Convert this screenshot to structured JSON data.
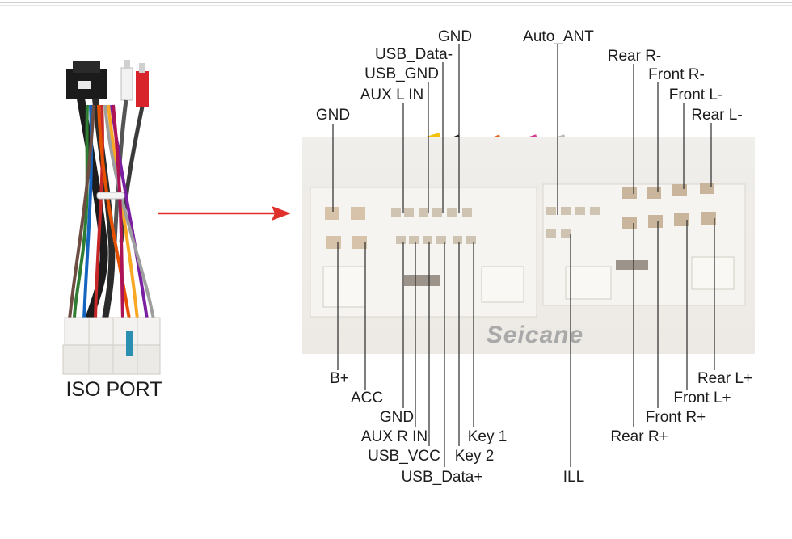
{
  "iso_port_label": "ISO PORT",
  "brand_watermark": "Seicane",
  "arrow_color": "#e0302c",
  "top_pins": {
    "gnd_left": "GND",
    "aux_l_in": "AUX L IN",
    "usb_gnd": "USB_GND",
    "usb_data_minus": "USB_Data-",
    "gnd_top": "GND",
    "auto_ant": "Auto_ANT",
    "rear_r_minus": "Rear R-",
    "front_r_minus": "Front R-",
    "front_l_minus": "Front L-",
    "rear_l_minus": "Rear L-"
  },
  "bottom_pins": {
    "b_plus": "B+",
    "acc": "ACC",
    "gnd_bottom": "GND",
    "aux_r_in": "AUX R IN",
    "usb_vcc": "USB_VCC",
    "usb_data_plus": "USB_Data+",
    "key_2": "Key 2",
    "key_1": "Key 1",
    "ill": "ILL",
    "rear_r_plus": "Rear R+",
    "front_r_plus": "Front R+",
    "front_l_plus": "Front L+",
    "rear_l_plus": "Rear L+"
  }
}
